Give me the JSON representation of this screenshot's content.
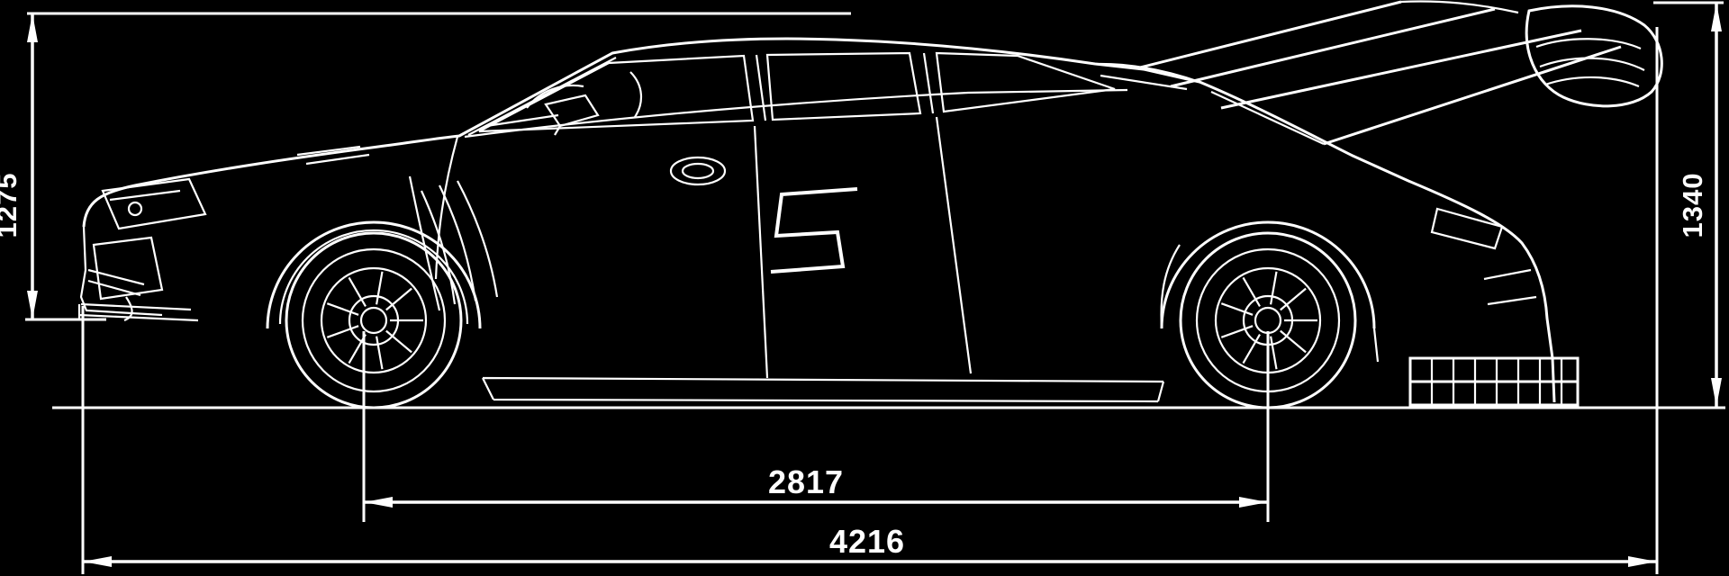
{
  "canvas": {
    "background": "#000000",
    "line_color": "#ffffff",
    "subject": "Technical blueprint side-view line drawing of a touring race car with large rear wing and dimension callouts"
  },
  "dimensions": {
    "height_left": {
      "value": "1275",
      "orientation": "vertical",
      "position": "left-edge"
    },
    "height_right": {
      "value": "1340",
      "orientation": "vertical",
      "position": "right-edge"
    },
    "wheelbase": {
      "value": "2817",
      "orientation": "horizontal",
      "position": "bottom-middle"
    },
    "overall_length": {
      "value": "4216",
      "orientation": "horizontal",
      "position": "bottom"
    }
  }
}
